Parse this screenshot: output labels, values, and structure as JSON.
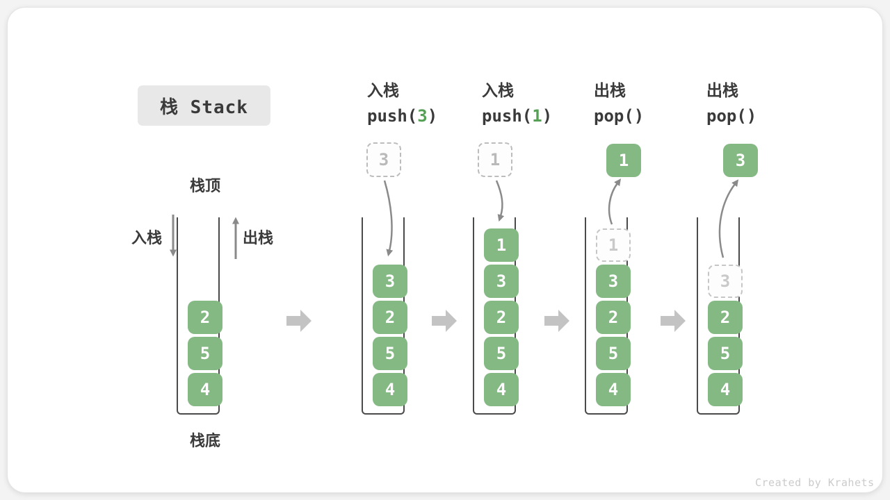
{
  "title": "栈 Stack",
  "watermark": "Created by Krahets",
  "labels": {
    "stack_top": "栈顶",
    "stack_bottom": "栈底",
    "push": "入栈",
    "pop": "出栈"
  },
  "headers": [
    {
      "cn": "入栈",
      "code_pre": "push(",
      "arg": "3",
      "code_post": ")"
    },
    {
      "cn": "入栈",
      "code_pre": "push(",
      "arg": "1",
      "code_post": ")"
    },
    {
      "cn": "出栈",
      "code_pre": "pop(",
      "arg": "",
      "code_post": ")"
    },
    {
      "cn": "出栈",
      "code_pre": "pop(",
      "arg": "",
      "code_post": ")"
    }
  ],
  "stacks": [
    {
      "items": [
        "2",
        "5",
        "4"
      ]
    },
    {
      "floating": "3",
      "items": [
        "3",
        "2",
        "5",
        "4"
      ]
    },
    {
      "floating": "1",
      "items": [
        "1",
        "3",
        "2",
        "5",
        "4"
      ]
    },
    {
      "floating": "1",
      "ghost": "1",
      "items": [
        "3",
        "2",
        "5",
        "4"
      ]
    },
    {
      "floating": "3",
      "ghost": "3",
      "items": [
        "2",
        "5",
        "4"
      ]
    }
  ],
  "colors": {
    "box_green": "#84b984",
    "code_green": "#55a055",
    "text_dark": "#3a3a3a",
    "arrow_gray": "#8a8a8a",
    "flow_arrow_gray": "#c3c3c3",
    "dashed_gray": "#bcbcbc",
    "title_bg": "#e8e8e8"
  }
}
